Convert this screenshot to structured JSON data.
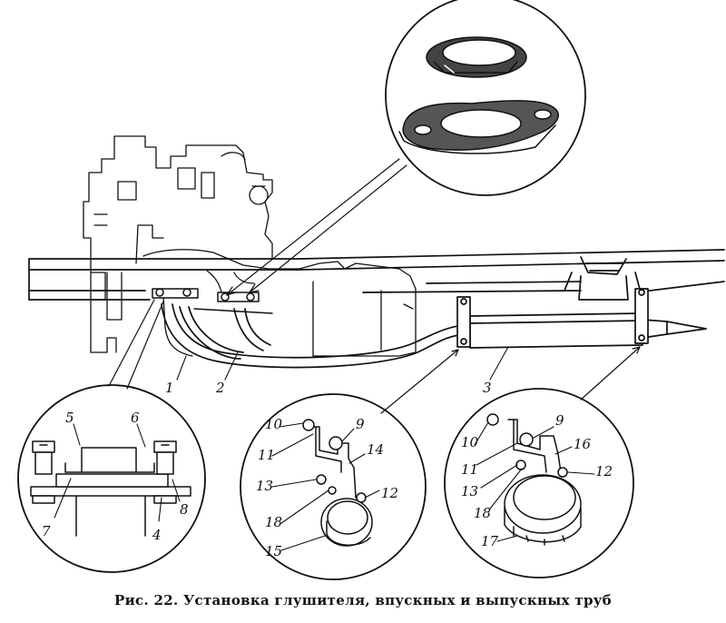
{
  "caption": "Рис. 22. Установка глушителя, впускных и выпускных труб",
  "labels": {
    "l1": "1",
    "l2": "2",
    "l3": "3",
    "l4": "4",
    "l5": "5",
    "l6": "6",
    "l7": "7",
    "l8": "8",
    "m10": "10",
    "m9": "9",
    "m11": "11",
    "m14": "14",
    "m13": "13",
    "m12": "12",
    "m18": "18",
    "m15": "15",
    "r10": "10",
    "r9": "9",
    "r16": "16",
    "r11": "11",
    "r12": "12",
    "r13": "13",
    "r18": "18",
    "r17": "17"
  },
  "colors": {
    "ink": "#111111",
    "paper": "#ffffff",
    "hatch": "#555555"
  }
}
